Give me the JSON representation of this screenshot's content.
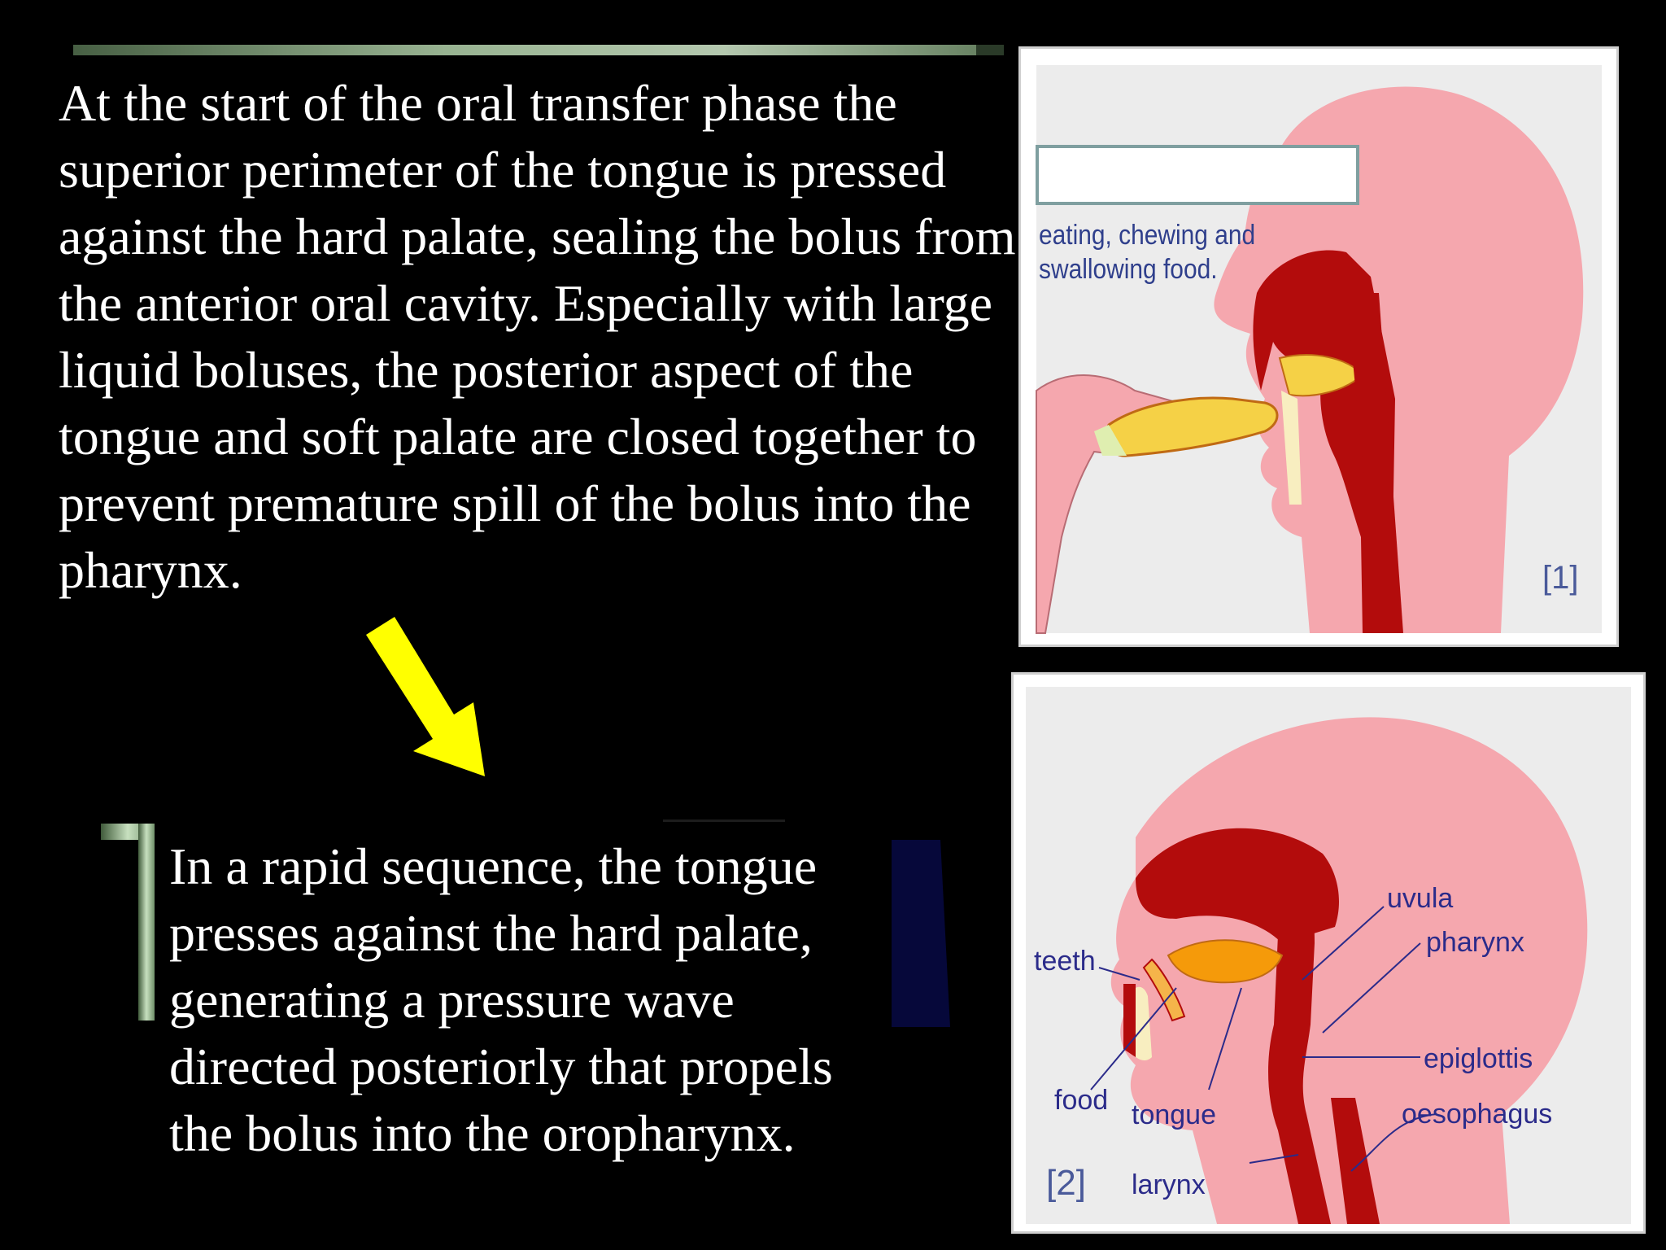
{
  "slide": {
    "paragraph_top": "At the start of the oral transfer phase the superior perimeter of the tongue is pressed against the hard palate, sealing the bolus from the anterior oral cavity. Especially with large liquid boluses, the posterior aspect of the tongue and soft palate are closed together to prevent premature spill of the bolus into the pharynx.",
    "paragraph_bottom": "In a rapid sequence, the tongue presses against the hard palate, generating a pressure wave directed posteriorly that propels the bolus into the oropharynx."
  },
  "figure1": {
    "caption_line1": "eating, chewing and",
    "caption_line2": "swallowing food.",
    "ref": "[1]"
  },
  "figure2": {
    "ref": "[2]",
    "labels": {
      "uvula": "uvula",
      "pharynx": "pharynx",
      "teeth": "teeth",
      "epiglottis": "epiglottis",
      "food": "food",
      "tongue": "tongue",
      "oesophagus": "oesophagus",
      "larynx": "larynx"
    }
  },
  "colors": {
    "background": "#000000",
    "text": "#ffffff",
    "arrow": "#ffff00",
    "skin": "#f5a7ae",
    "tissue": "#b30c0c",
    "label": "#2b2b8a"
  }
}
